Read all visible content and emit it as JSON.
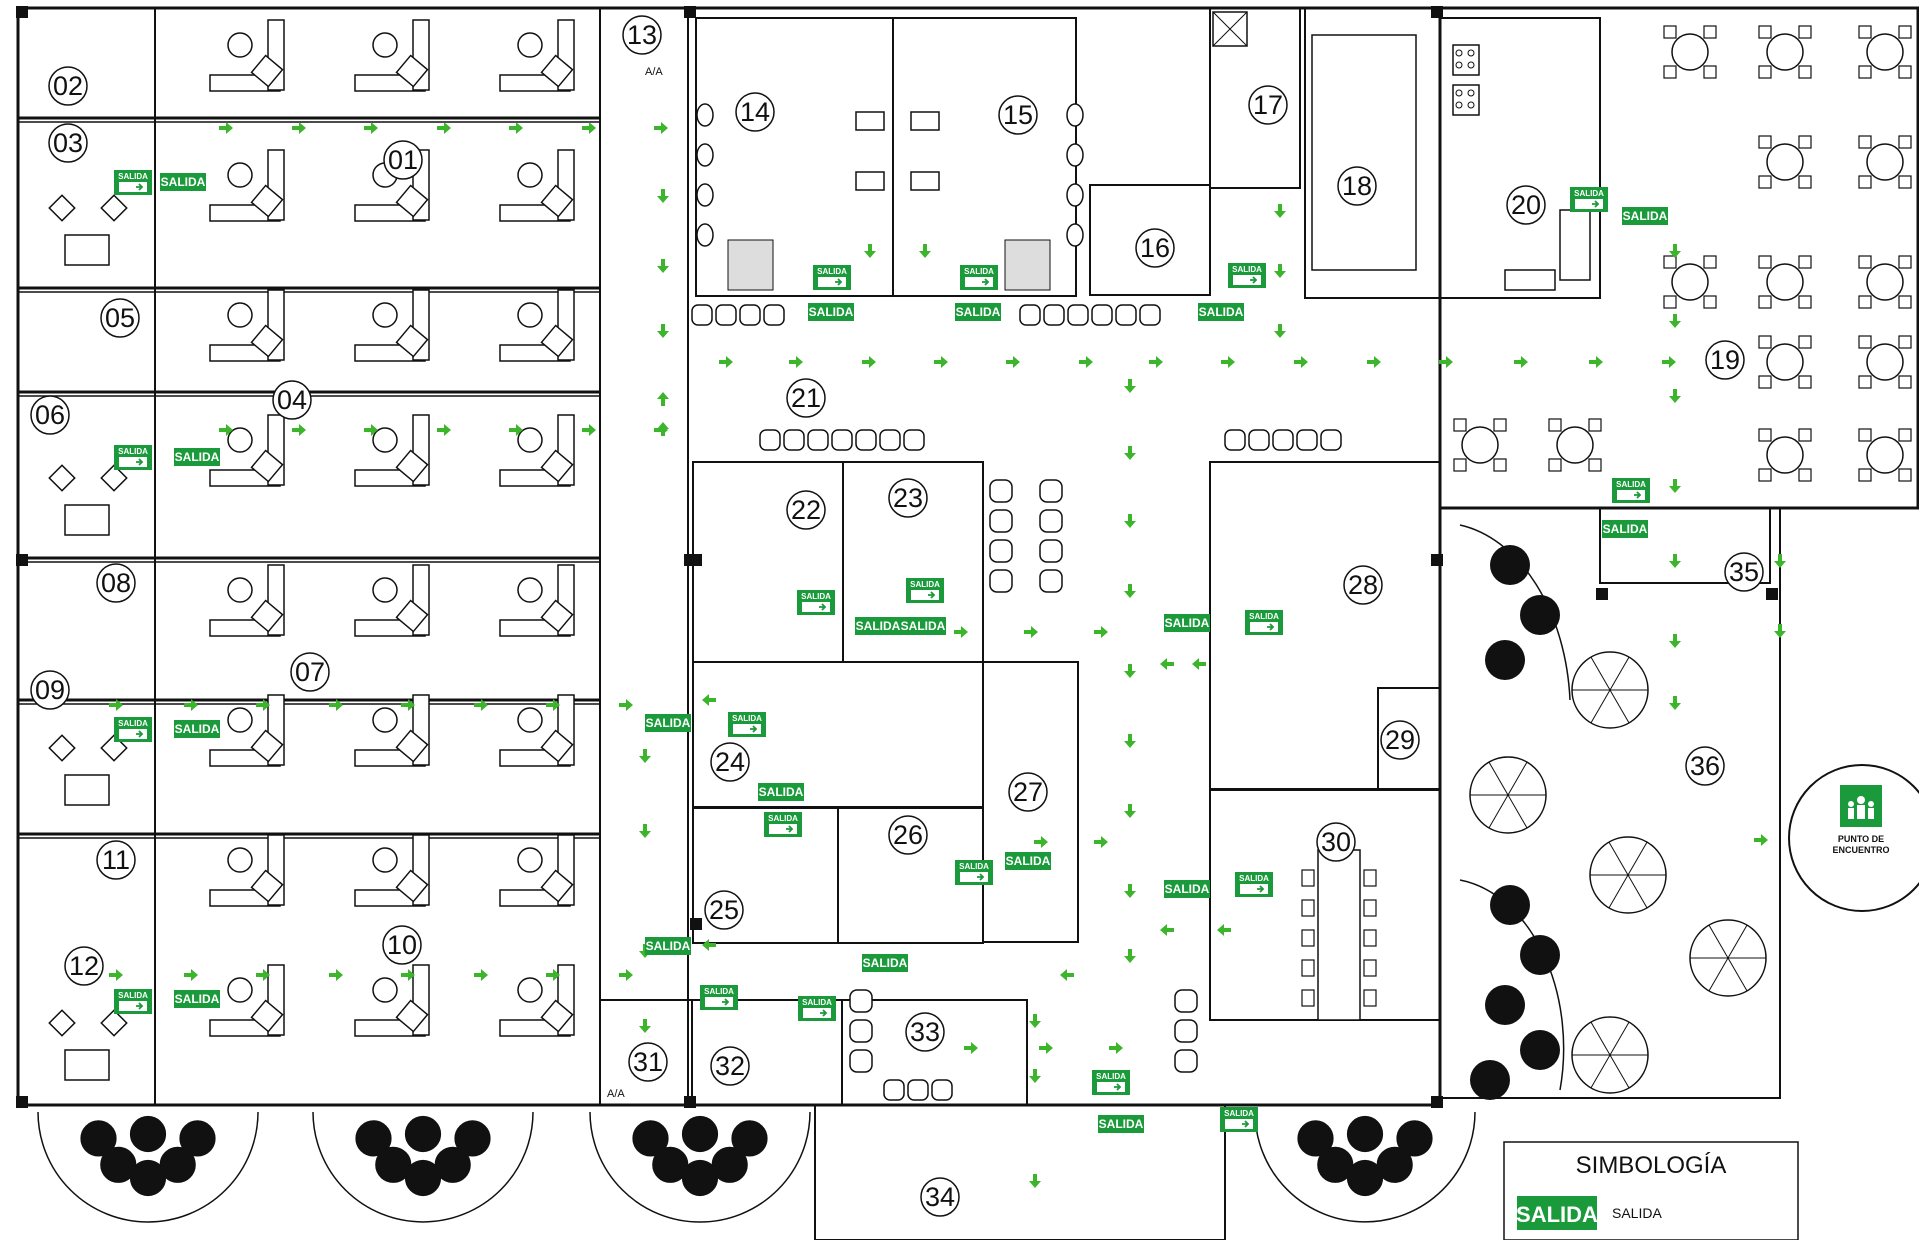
{
  "legend": {
    "title": "SIMBOLOGÍA",
    "badge": "SALIDA",
    "item_label": "SALIDA"
  },
  "exit_sign_label": "SALIDA",
  "exit_sign_small_label": "SALIDA",
  "assembly_point": {
    "line1": "PUNTO DE",
    "line2": "ENCUENTRO"
  },
  "ac_label": "A/A",
  "rooms": [
    "01",
    "02",
    "03",
    "04",
    "05",
    "06",
    "07",
    "08",
    "09",
    "10",
    "11",
    "12",
    "13",
    "14",
    "15",
    "16",
    "17",
    "18",
    "19",
    "20",
    "21",
    "22",
    "23",
    "24",
    "25",
    "26",
    "27",
    "28",
    "29",
    "30",
    "31",
    "32",
    "33",
    "34",
    "35",
    "36"
  ],
  "colors": {
    "exit_green": "#1a9a3a",
    "arrow_green": "#3cb52c",
    "wall": "#111111"
  }
}
